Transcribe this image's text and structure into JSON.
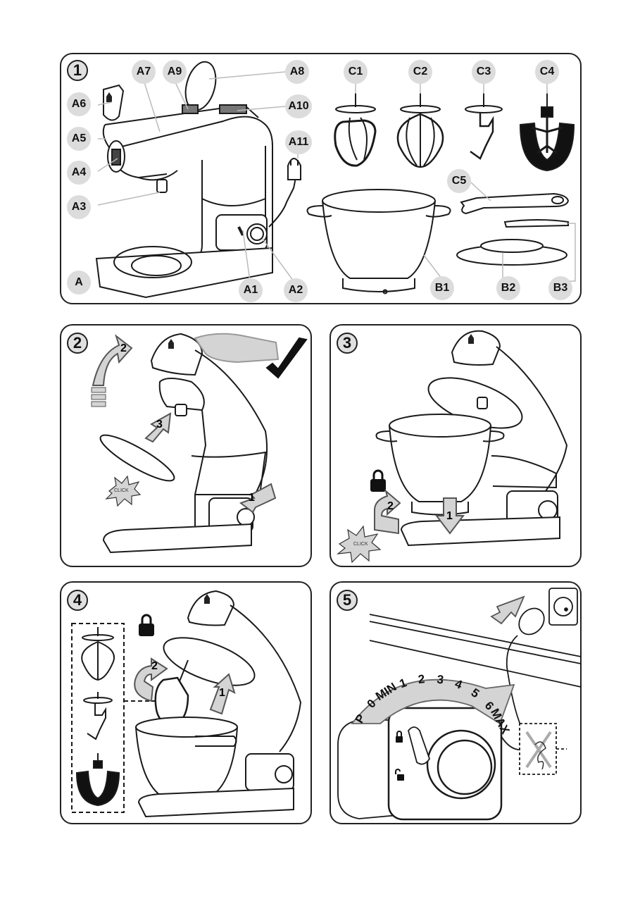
{
  "steps": [
    {
      "number": "1"
    },
    {
      "number": "2"
    },
    {
      "number": "3"
    },
    {
      "number": "4"
    },
    {
      "number": "5"
    }
  ],
  "panel1": {
    "group_label": "A",
    "labels": {
      "A1": "A1",
      "A2": "A2",
      "A3": "A3",
      "A4": "A4",
      "A5": "A5",
      "A6": "A6",
      "A7": "A7",
      "A8": "A8",
      "A9": "A9",
      "A10": "A10",
      "A11": "A11",
      "B1": "B1",
      "B2": "B2",
      "B3": "B3",
      "C1": "C1",
      "C2": "C2",
      "C3": "C3",
      "C4": "C4",
      "C5": "C5"
    }
  },
  "panel2": {
    "arrows": [
      "2",
      "3",
      "1"
    ],
    "click_text": "CLICK",
    "icons": [
      "checkmark-icon",
      "hand-icon"
    ]
  },
  "panel3": {
    "arrows": [
      "2",
      "1"
    ],
    "click_text": "CLICK",
    "icons": [
      "lock-icon"
    ]
  },
  "panel4": {
    "arrows": [
      "2",
      "1"
    ],
    "icons": [
      "lock-icon"
    ],
    "accessories": [
      "whisk",
      "dough-hook",
      "flat-beater"
    ]
  },
  "panel5": {
    "speed_dial": [
      "P",
      "0",
      "MIN",
      "1",
      "2",
      "3",
      "4",
      "5",
      "6",
      "MAX"
    ],
    "icons": [
      "lock-icon",
      "unlock-icon",
      "socket-icon",
      "no-coiled-cord-icon"
    ]
  },
  "colors": {
    "label_bg": "#dcdcdc",
    "arrow_fill": "#d4d4d4",
    "stroke": "#1a1a1a"
  }
}
